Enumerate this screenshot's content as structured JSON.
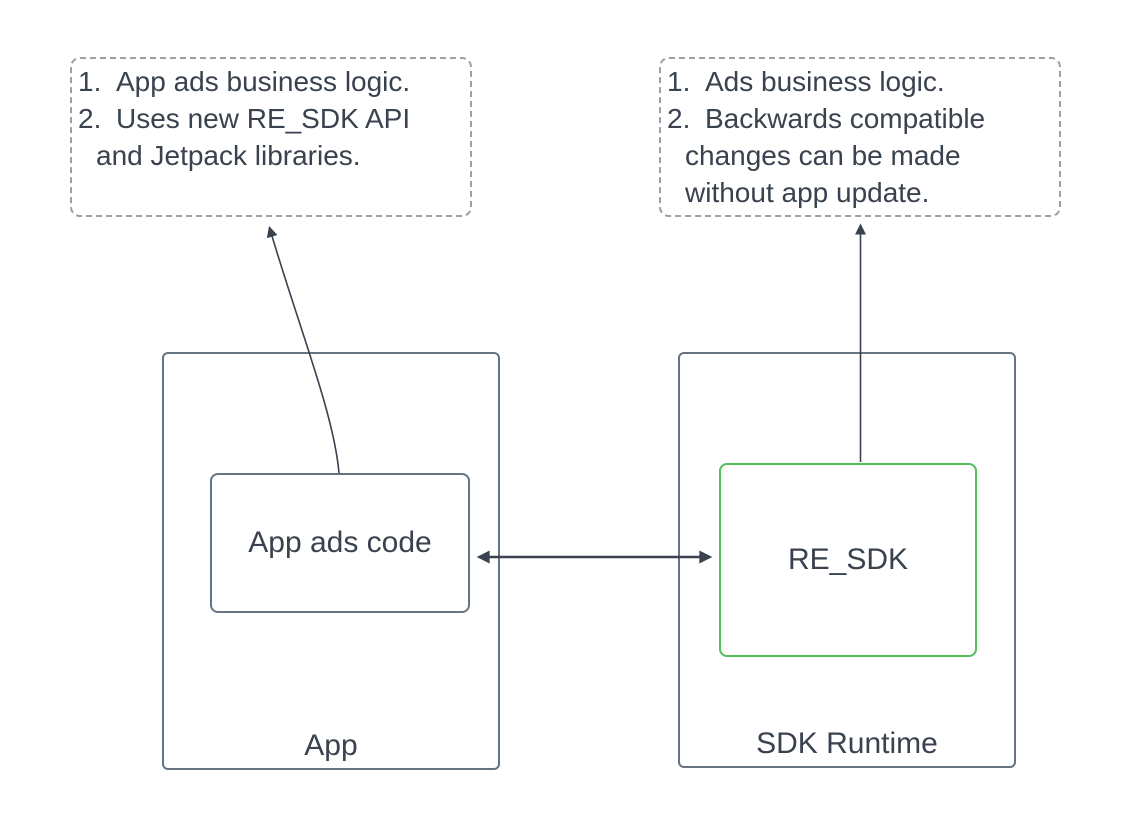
{
  "diagram": {
    "note_left": {
      "lines": [
        {
          "num": "1.",
          "text": "App ads business logic."
        },
        {
          "num": "2.",
          "text": "Uses new RE_SDK API"
        },
        {
          "num": "",
          "text": "and Jetpack libraries."
        }
      ]
    },
    "note_right": {
      "lines": [
        {
          "num": "1.",
          "text": "Ads business logic."
        },
        {
          "num": "2.",
          "text": "Backwards compatible"
        },
        {
          "num": "",
          "text": "changes can be made"
        },
        {
          "num": "",
          "text": "without app update."
        }
      ]
    },
    "app_container": {
      "label": "App"
    },
    "app_inner": {
      "label": "App ads code"
    },
    "sdk_container": {
      "label": "SDK Runtime"
    },
    "sdk_inner": {
      "label": "RE_SDK"
    },
    "colors": {
      "text": "#39424e",
      "box_border": "#667380",
      "note_border": "#9aa0a6",
      "accent_green": "#52be5c",
      "arrow": "#39424e",
      "background": "#ffffff"
    }
  }
}
